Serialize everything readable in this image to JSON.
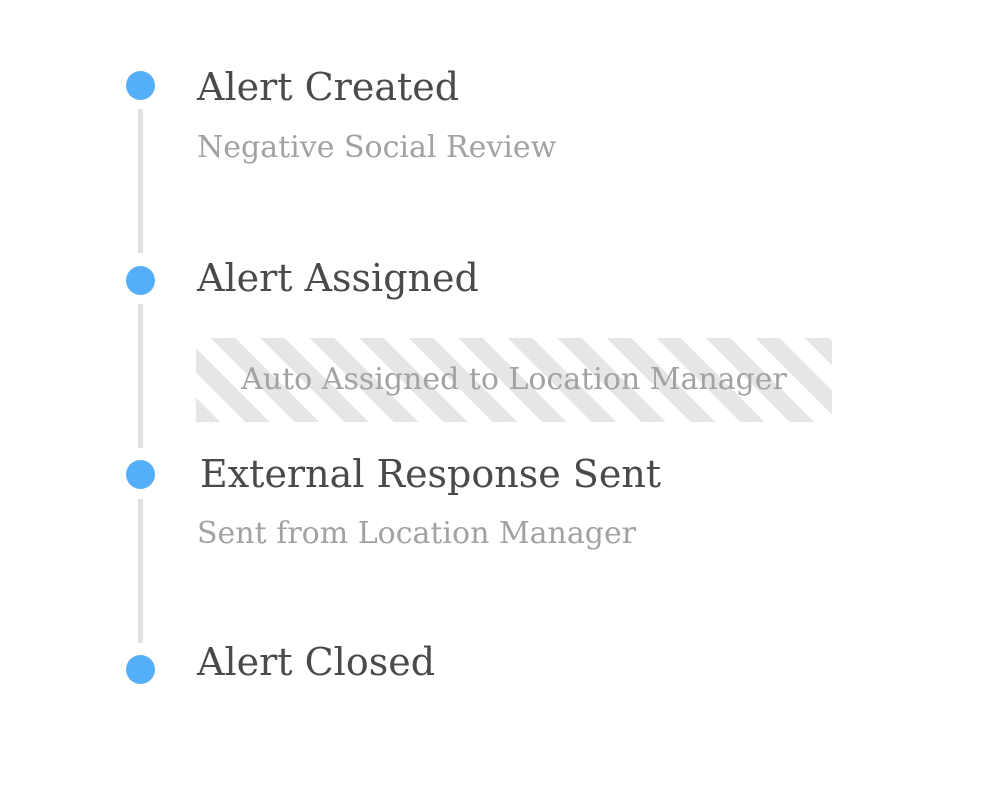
{
  "timeline": {
    "steps": [
      {
        "title": "Alert Created",
        "detail": "Negative Social Review",
        "highlighted": false
      },
      {
        "title": "Alert Assigned",
        "detail": "Auto Assigned to Location Manager",
        "highlighted": true
      },
      {
        "title": "External Response Sent",
        "detail": "Sent from Location Manager",
        "highlighted": false
      },
      {
        "title": "Alert Closed",
        "detail": "",
        "highlighted": false
      }
    ],
    "colors": {
      "dot": "#55aef8",
      "connector": "#e2e2e2",
      "title": "#4a4a4a",
      "detail": "#a2a2a2",
      "stripe": "#e6e6e4"
    }
  }
}
